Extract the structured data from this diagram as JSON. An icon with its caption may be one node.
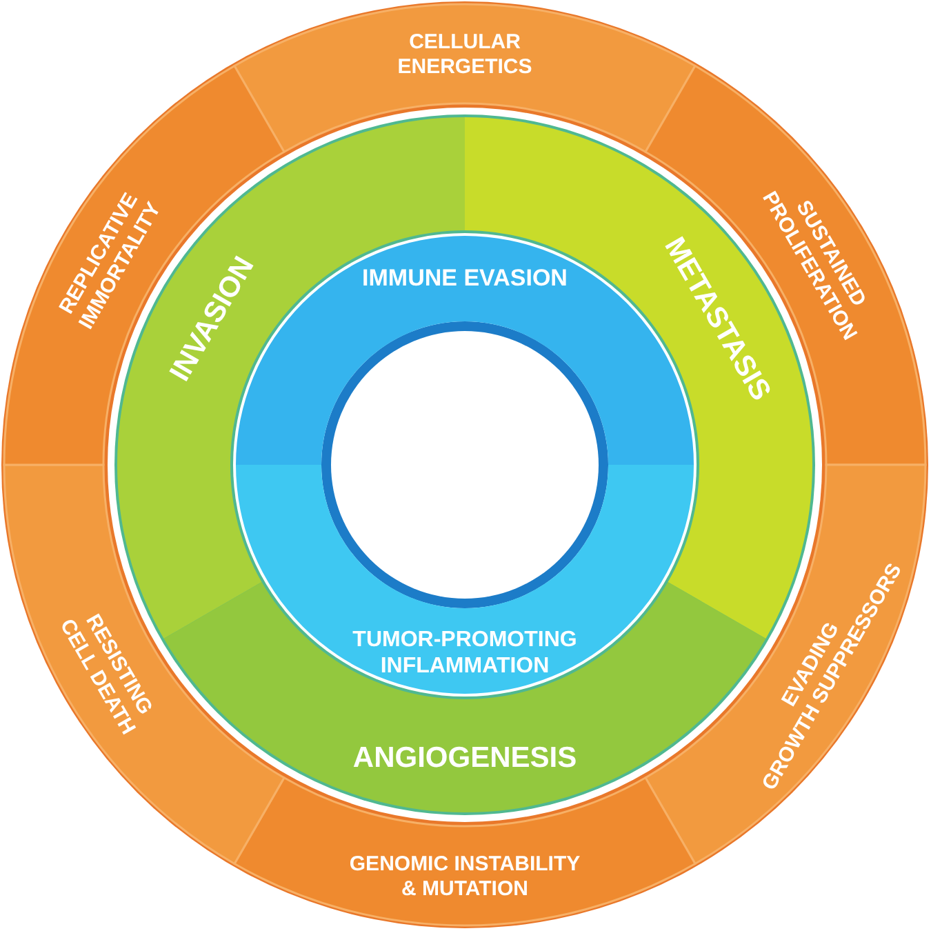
{
  "diagram": {
    "nodes": [
      {
        "text": [
          "CELLULAR ENERGETICS"
        ]
      },
      {
        "text": [
          "SUSTAINED PROLIFERATION"
        ]
      },
      {
        "text": [
          "EVADING GROWTH SUPPRESSORS"
        ]
      },
      {
        "text": [
          "GENOMIC INSTABILITY & MUTATION"
        ]
      },
      {
        "text": [
          "RESISTING CELL DEATH"
        ]
      },
      {
        "text": [
          "REPLICATIVE IMMORTALITY"
        ]
      },
      {
        "text": [
          "INVASION"
        ]
      },
      {
        "text": [
          "METASTASIS"
        ]
      },
      {
        "text": [
          "ANGIOGENESIS"
        ]
      },
      {
        "text": [
          "IMMUNE EVASION"
        ]
      },
      {
        "text": [
          "TUMOR-PROMOTING INFLAMMATION"
        ]
      }
    ]
  }
}
